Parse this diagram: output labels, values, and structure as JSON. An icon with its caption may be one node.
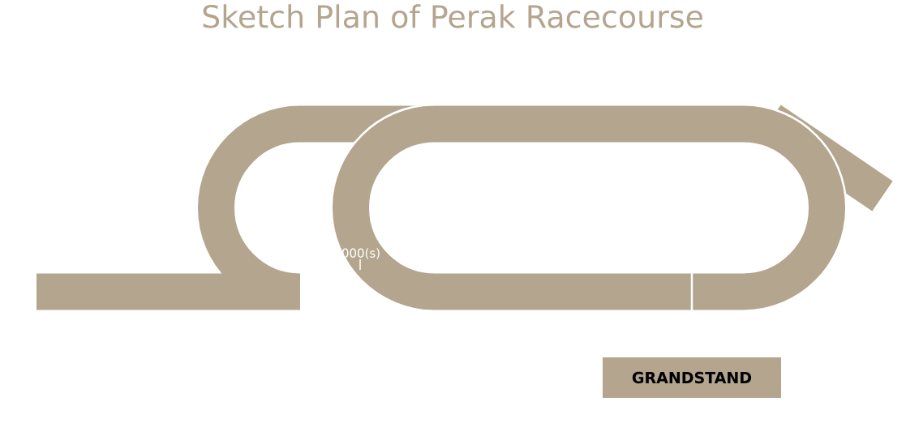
{
  "diagram": {
    "title": "Sketch Plan of Perak Racecourse",
    "nodes": [
      {
        "text": [
          "GRANDSTAND"
        ]
      }
    ],
    "labels": [
      "000(s)"
    ]
  }
}
